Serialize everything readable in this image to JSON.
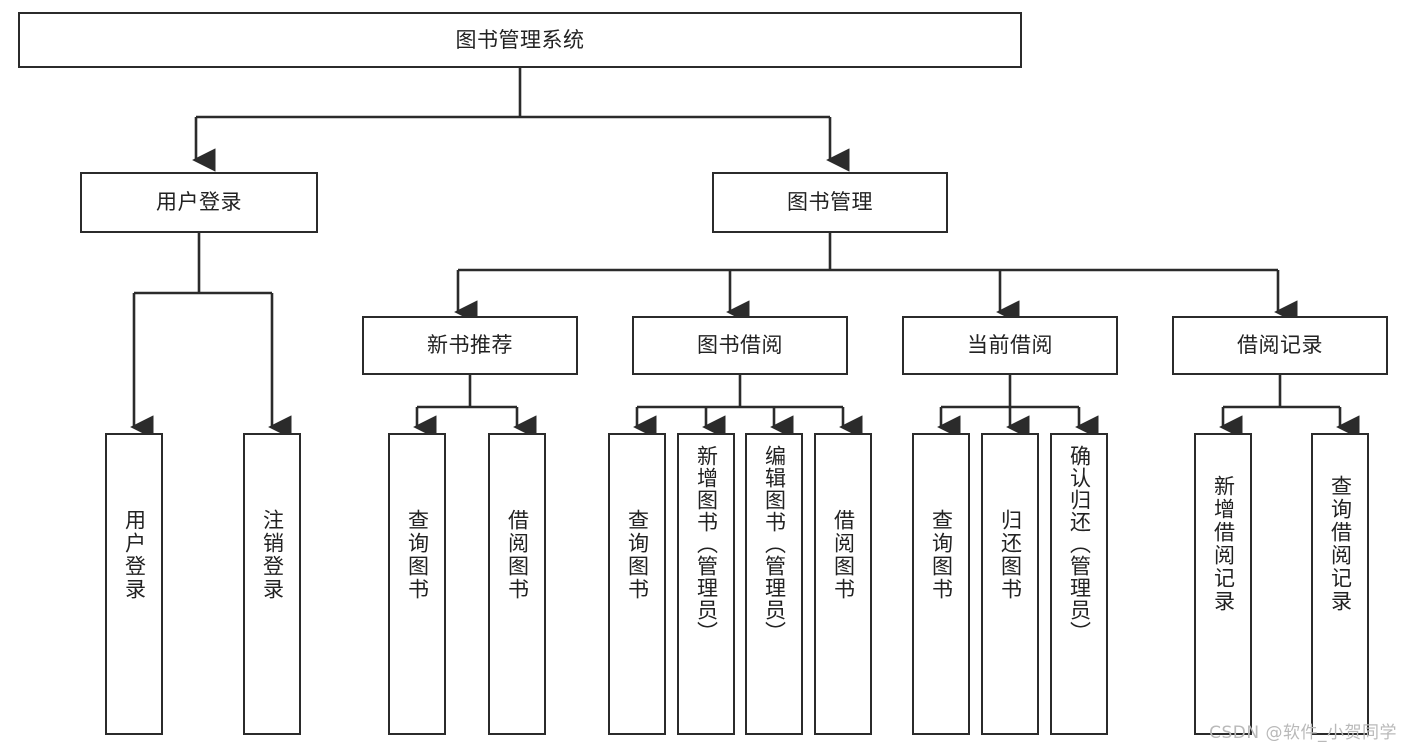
{
  "diagram": {
    "type": "tree",
    "title": "图书管理系统",
    "root": {
      "label": "图书管理系统"
    },
    "level2": [
      {
        "label": "用户登录"
      },
      {
        "label": "图书管理"
      }
    ],
    "level3": [
      {
        "label": "新书推荐"
      },
      {
        "label": "图书借阅"
      },
      {
        "label": "当前借阅"
      },
      {
        "label": "借阅记录"
      }
    ],
    "leaves": {
      "user_login": [
        {
          "label": "用户登录"
        },
        {
          "label": "注销登录"
        }
      ],
      "new_book_recommend": [
        {
          "label": "查询图书"
        },
        {
          "label": "借阅图书"
        }
      ],
      "book_borrow": [
        {
          "label": "查询图书"
        },
        {
          "label": "新增图书（管理员）"
        },
        {
          "label": "编辑图书（管理员）"
        },
        {
          "label": "借阅图书"
        }
      ],
      "current_borrow": [
        {
          "label": "查询图书"
        },
        {
          "label": "归还图书"
        },
        {
          "label": "确认归还（管理员）"
        }
      ],
      "borrow_record": [
        {
          "label": "新增借阅记录"
        },
        {
          "label": "查询借阅记录"
        }
      ]
    }
  },
  "watermark": {
    "text": "CSDN @软件_小贺同学"
  },
  "colors": {
    "background": "#ffffff",
    "border": "#2b2b2b",
    "text": "#222222",
    "edge": "#2b2b2b",
    "watermark": "#b9b9b9"
  }
}
